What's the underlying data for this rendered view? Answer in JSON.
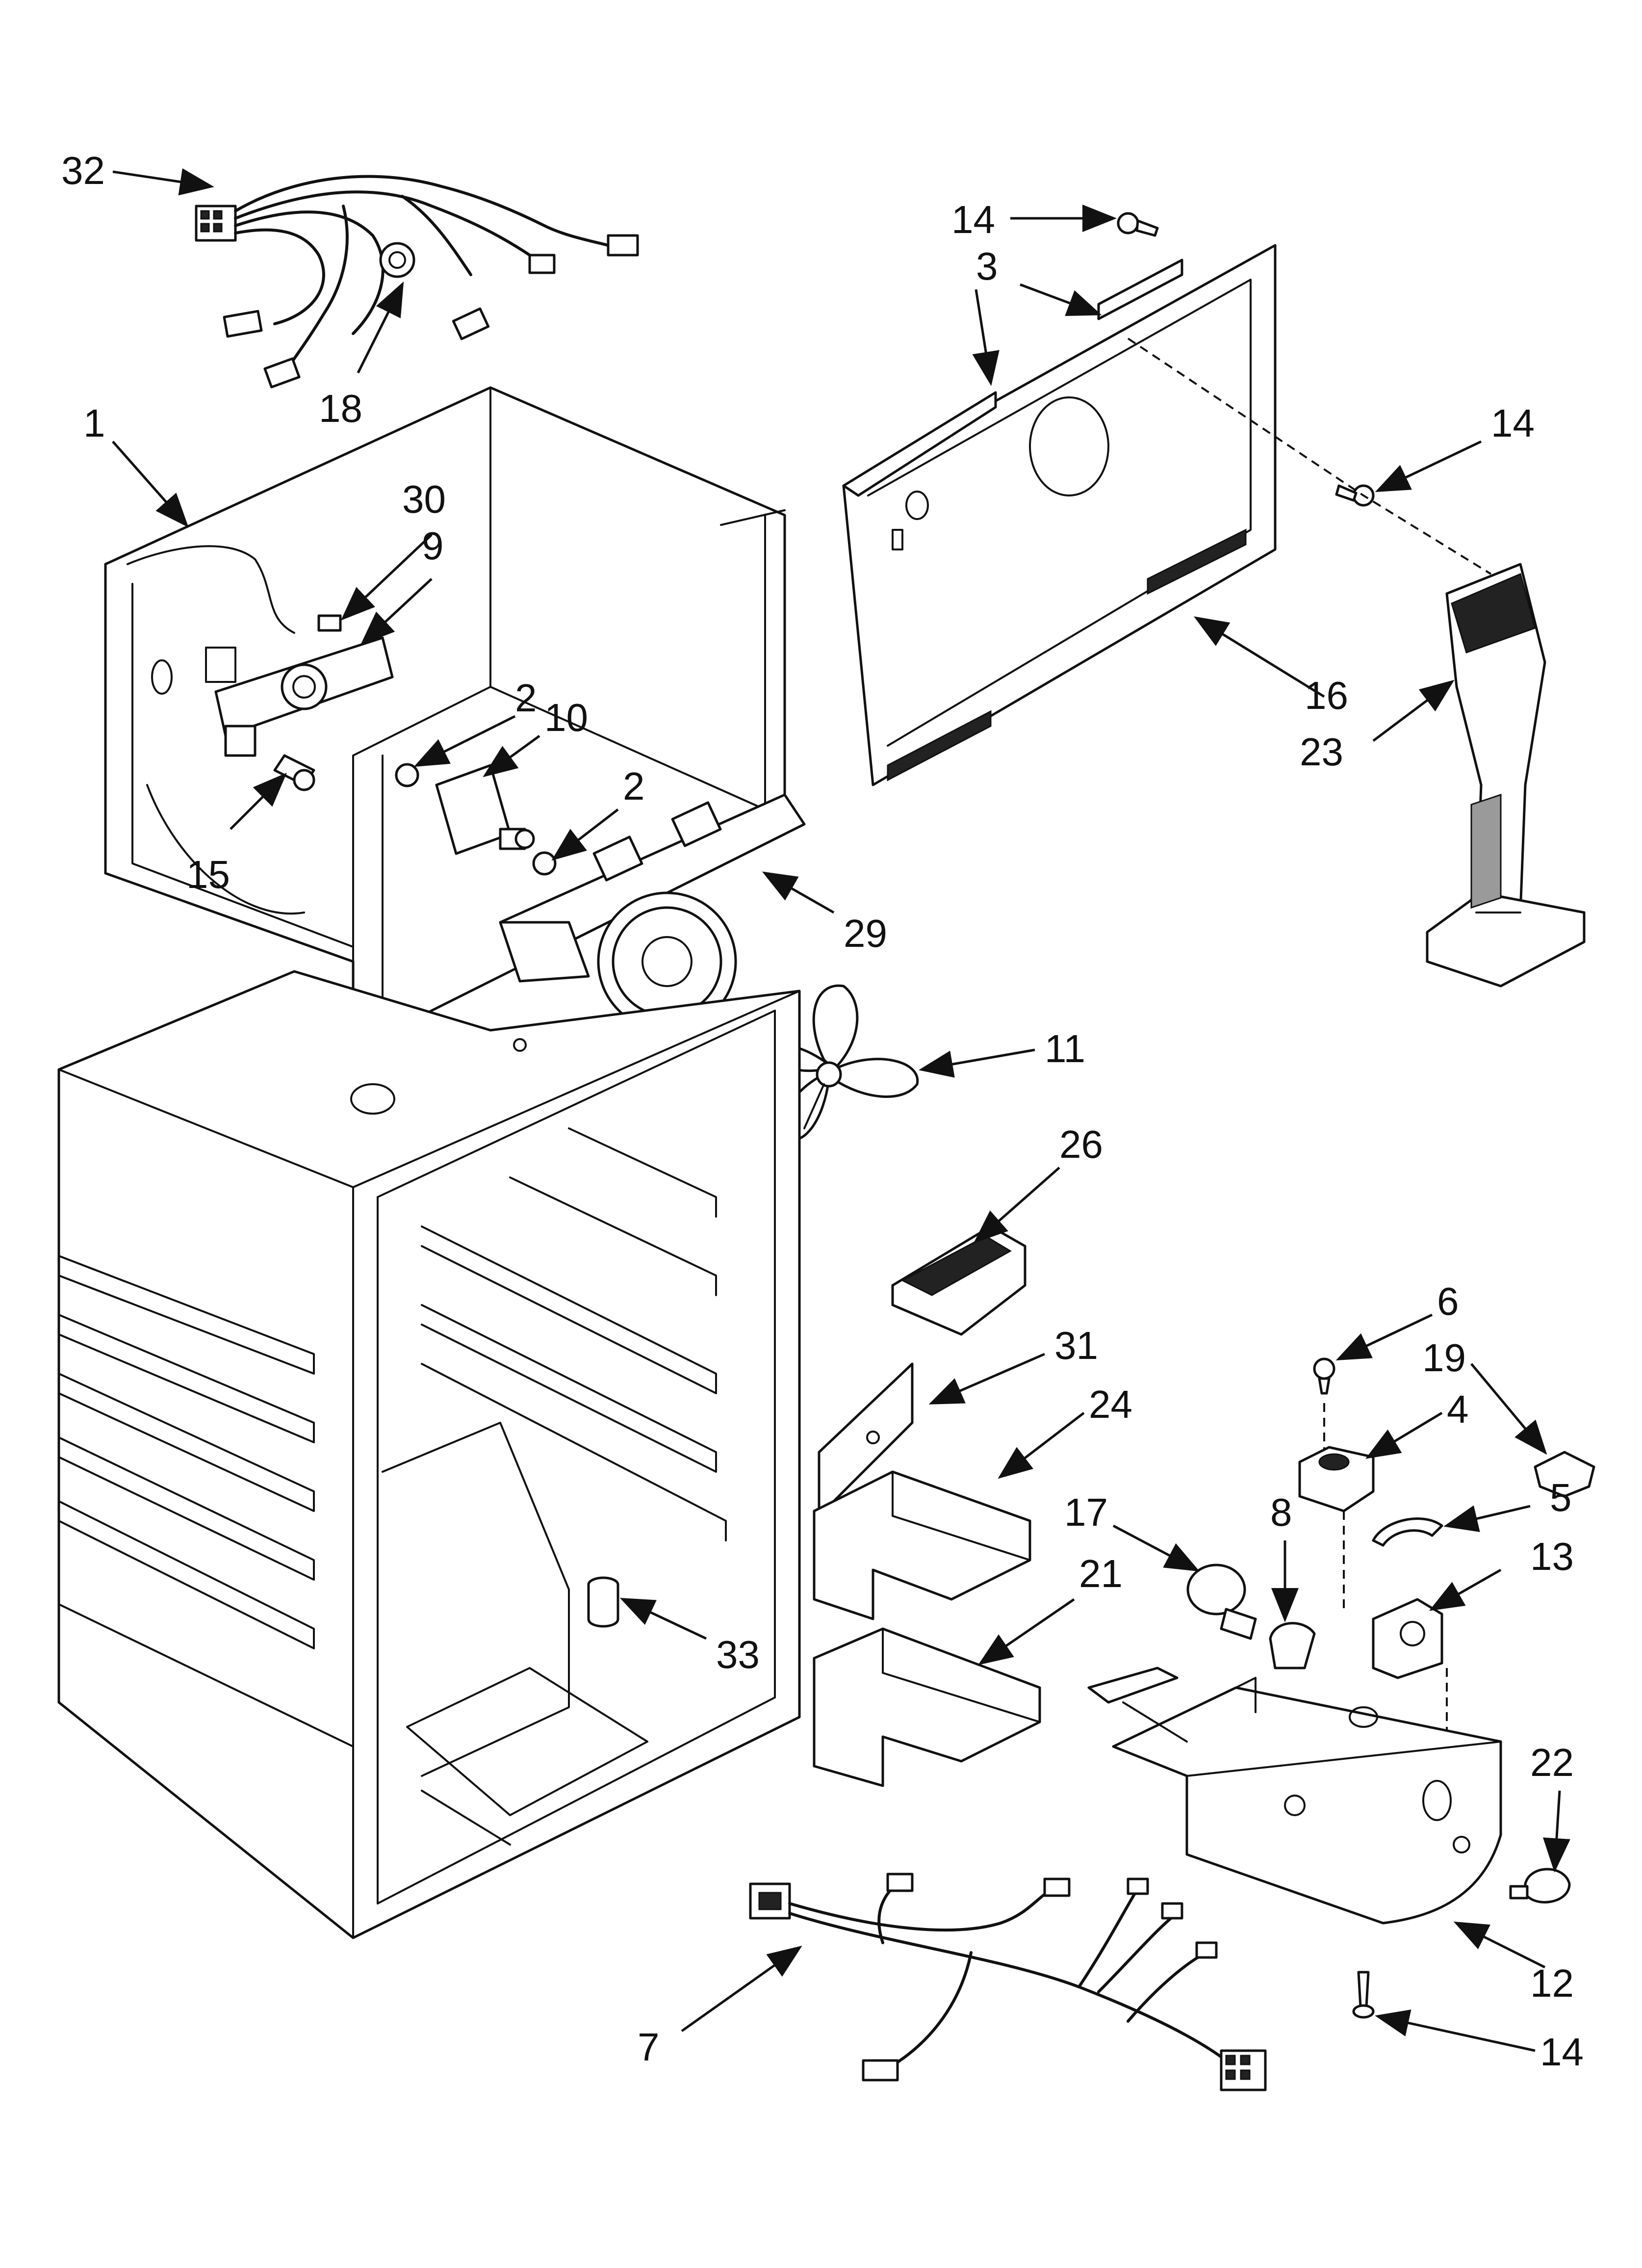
{
  "callouts": [
    {
      "id": "c32a",
      "label": "32"
    },
    {
      "id": "c18",
      "label": "18"
    },
    {
      "id": "c1",
      "label": "1"
    },
    {
      "id": "c30",
      "label": "30"
    },
    {
      "id": "c9",
      "label": "9"
    },
    {
      "id": "c2a",
      "label": "2"
    },
    {
      "id": "c10",
      "label": "10"
    },
    {
      "id": "c2b",
      "label": "2"
    },
    {
      "id": "c15",
      "label": "15"
    },
    {
      "id": "c29",
      "label": "29"
    },
    {
      "id": "c14a",
      "label": "14"
    },
    {
      "id": "c3",
      "label": "3"
    },
    {
      "id": "c14b",
      "label": "14"
    },
    {
      "id": "c16",
      "label": "16"
    },
    {
      "id": "c23",
      "label": "23"
    },
    {
      "id": "c11",
      "label": "11"
    },
    {
      "id": "c26",
      "label": "26"
    },
    {
      "id": "c6",
      "label": "6"
    },
    {
      "id": "c19",
      "label": "19"
    },
    {
      "id": "c4",
      "label": "4"
    },
    {
      "id": "c31",
      "label": "31"
    },
    {
      "id": "c24",
      "label": "24"
    },
    {
      "id": "c5",
      "label": "5"
    },
    {
      "id": "c17",
      "label": "17"
    },
    {
      "id": "c8",
      "label": "8"
    },
    {
      "id": "c13",
      "label": "13"
    },
    {
      "id": "c21",
      "label": "21"
    },
    {
      "id": "c33",
      "label": "33"
    },
    {
      "id": "c22",
      "label": "22"
    },
    {
      "id": "c12",
      "label": "12"
    },
    {
      "id": "c7",
      "label": "7"
    },
    {
      "id": "c14c",
      "label": "14"
    }
  ]
}
